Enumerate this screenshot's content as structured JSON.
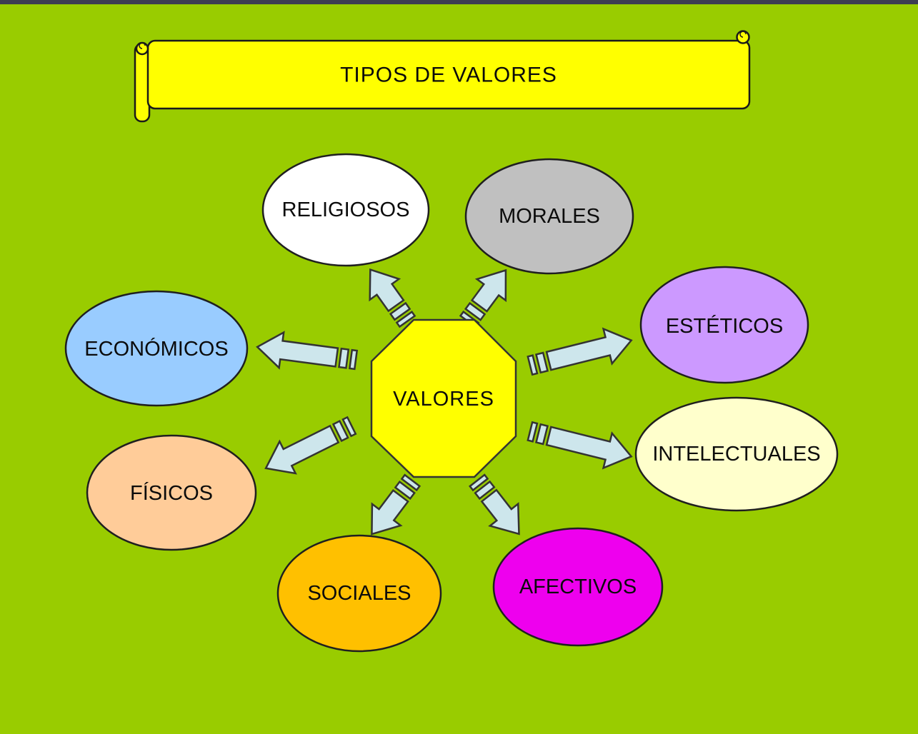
{
  "banner": {
    "title": "TIPOS DE VALORES"
  },
  "center": {
    "label": "VALORES",
    "fill": "#FFFF00"
  },
  "colors": {
    "background": "#99CC00",
    "top_bar": "#3D3D52",
    "banner_fill": "#FFFF00",
    "arrow_fill": "#CDE6EC",
    "outline": "#2B2B2B"
  },
  "nodes": [
    {
      "id": "religiosos",
      "label": "RELIGIOSOS",
      "fill": "#FFFFFF"
    },
    {
      "id": "morales",
      "label": "MORALES",
      "fill": "#C0C0C0"
    },
    {
      "id": "esteticos",
      "label": "ESTÉTICOS",
      "fill": "#CC99FF"
    },
    {
      "id": "intelectuales",
      "label": "INTELECTUALES",
      "fill": "#FFFFCC"
    },
    {
      "id": "afectivos",
      "label": "AFECTIVOS",
      "fill": "#EE00EE"
    },
    {
      "id": "sociales",
      "label": "SOCIALES",
      "fill": "#FFC000"
    },
    {
      "id": "fisicos",
      "label": "FÍSICOS",
      "fill": "#FFCC99"
    },
    {
      "id": "economicos",
      "label": "ECONÓMICOS",
      "fill": "#99CCFF"
    }
  ]
}
